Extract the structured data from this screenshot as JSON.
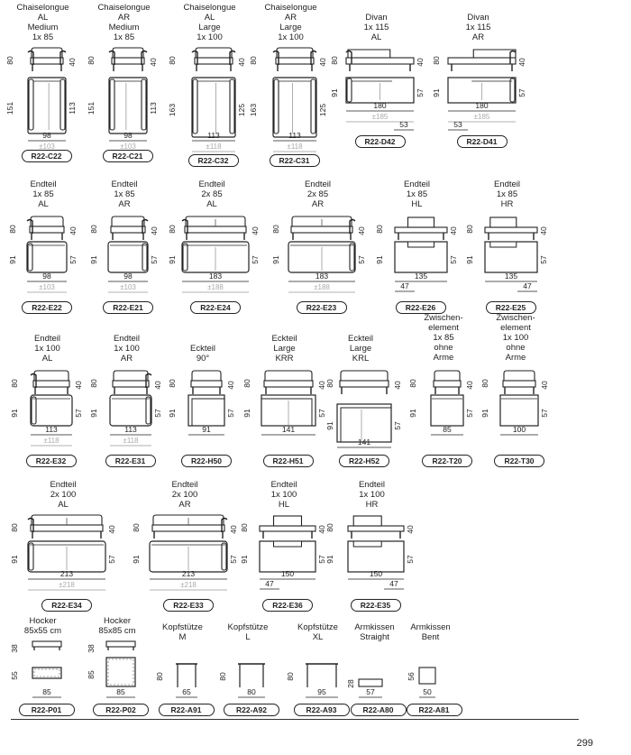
{
  "page_number": "299",
  "rows": [
    [
      {
        "code": "R22-C22",
        "title": "Chaiselongue\nAL\nMedium\n1x 85",
        "h_front": "80",
        "h_back": "40",
        "depth": "151",
        "inner": "113",
        "width": "98",
        "bed": "±103"
      },
      {
        "code": "R22-C21",
        "title": "Chaiselongue\nAR\nMedium\n1x 85",
        "h_front": "80",
        "h_back": "40",
        "depth": "151",
        "inner": "113",
        "width": "98",
        "bed": "±103"
      },
      {
        "code": "R22-C32",
        "title": "Chaiselongue\nAL\nLarge\n1x 100",
        "h_front": "80",
        "h_back": "40",
        "depth": "163",
        "inner": "125",
        "width": "113",
        "bed": "±118"
      },
      {
        "code": "R22-C31",
        "title": "Chaiselongue\nAR\nLarge\n1x 100",
        "h_front": "80",
        "h_back": "40",
        "depth": "163",
        "inner": "125",
        "width": "113",
        "bed": "±118"
      },
      {
        "code": "R22-D42",
        "title": "Divan\n1x 115\nAL",
        "h_front": "80",
        "h_back": "40",
        "depth": "91",
        "inner": "57",
        "width": "180",
        "bed": "±185",
        "extra": "53"
      },
      {
        "code": "R22-D41",
        "title": "Divan\n1x 115\nAR",
        "h_front": "80",
        "h_back": "40",
        "depth": "91",
        "inner": "57",
        "width": "180",
        "bed": "±185",
        "extra": "53"
      }
    ],
    [
      {
        "code": "R22-E22",
        "title": "Endteil\n1x 85\nAL",
        "h_front": "80",
        "h_back": "40",
        "depth": "91",
        "inner": "57",
        "width": "98",
        "bed": "±103"
      },
      {
        "code": "R22-E21",
        "title": "Endteil\n1x 85\nAR",
        "h_front": "80",
        "h_back": "40",
        "depth": "91",
        "inner": "57",
        "width": "98",
        "bed": "±103"
      },
      {
        "code": "R22-E24",
        "title": "Endteil\n2x 85\nAL",
        "h_front": "80",
        "h_back": "40",
        "depth": "91",
        "inner": "57",
        "width": "183",
        "bed": "±188"
      },
      {
        "code": "R22-E23",
        "title": "Endteil\n2x 85\nAR",
        "h_front": "80",
        "h_back": "40",
        "depth": "91",
        "inner": "57",
        "width": "183",
        "bed": "±188"
      },
      {
        "code": "R22-E26",
        "title": "Endteil\n1x 85\nHL",
        "h_front": "80",
        "h_back": "40",
        "depth": "91",
        "inner": "57",
        "width": "135",
        "extra": "47"
      },
      {
        "code": "R22-E25",
        "title": "Endteil\n1x 85\nHR",
        "h_front": "80",
        "h_back": "40",
        "depth": "91",
        "inner": "57",
        "width": "135",
        "extra": "47"
      }
    ],
    [
      {
        "code": "R22-E32",
        "title": "Endteil\n1x 100\nAL",
        "h_front": "80",
        "h_back": "40",
        "depth": "91",
        "inner": "57",
        "width": "113",
        "bed": "±118"
      },
      {
        "code": "R22-E31",
        "title": "Endteil\n1x 100\nAR",
        "h_front": "80",
        "h_back": "40",
        "depth": "91",
        "inner": "57",
        "width": "113",
        "bed": "±118"
      },
      {
        "code": "R22-H50",
        "title": "Eckteil\n90°",
        "h_front": "80",
        "h_back": "40",
        "depth": "91",
        "inner": "57",
        "width": "91"
      },
      {
        "code": "R22-H51",
        "title": "Eckteil\nLarge\nKRR",
        "h_front": "80",
        "h_back": "40",
        "depth": "91",
        "inner": "57",
        "width": "141"
      },
      {
        "code": "R22-H52",
        "title": "Eckteil\nLarge\nKRL",
        "h_front": "80",
        "h_back": "40",
        "depth": "91",
        "inner": "57",
        "width": "141"
      },
      {
        "code": "R22-T20",
        "title": "Zwischen-\nelement\n1x 85\nohne\nArme",
        "h_front": "80",
        "h_back": "40",
        "depth": "91",
        "inner": "57",
        "width": "85"
      },
      {
        "code": "R22-T30",
        "title": "Zwischen-\nelement\n1x 100\nohne\nArme",
        "h_front": "80",
        "h_back": "40",
        "depth": "91",
        "inner": "57",
        "width": "100"
      }
    ],
    [
      {
        "code": "R22-E34",
        "title": "Endteil\n2x 100\nAL",
        "h_front": "80",
        "h_back": "40",
        "depth": "91",
        "inner": "57",
        "width": "213",
        "bed": "±218"
      },
      {
        "code": "R22-E33",
        "title": "Endteil\n2x 100\nAR",
        "h_front": "80",
        "h_back": "40",
        "depth": "91",
        "inner": "57",
        "width": "213",
        "bed": "±218"
      },
      {
        "code": "R22-E36",
        "title": "Endteil\n1x 100\nHL",
        "h_front": "80",
        "h_back": "40",
        "depth": "91",
        "inner": "57",
        "width": "150",
        "extra": "47"
      },
      {
        "code": "R22-E35",
        "title": "Endteil\n1x 100\nHR",
        "h_front": "80",
        "h_back": "40",
        "depth": "91",
        "inner": "57",
        "width": "150",
        "extra": "47"
      }
    ],
    [
      {
        "code": "R22-P01",
        "title": "Hocker\n85x55 cm",
        "h": "38",
        "d": "55",
        "width": "85"
      },
      {
        "code": "R22-P02",
        "title": "Hocker\n85x85 cm",
        "h": "38",
        "d": "85",
        "width": "85"
      },
      {
        "code": "R22-A91",
        "title": "Kopfstütze\nM",
        "h": "80",
        "width": "65"
      },
      {
        "code": "R22-A92",
        "title": "Kopfstütze\nL",
        "h": "80",
        "width": "80"
      },
      {
        "code": "R22-A93",
        "title": "Kopfstütze\nXL",
        "h": "80",
        "width": "95"
      },
      {
        "code": "R22-A80",
        "title": "Armkissen\nStraight",
        "h": "28",
        "width": "57"
      },
      {
        "code": "R22-A81",
        "title": "Armkissen\nBent",
        "h": "56",
        "width": "50"
      }
    ]
  ]
}
